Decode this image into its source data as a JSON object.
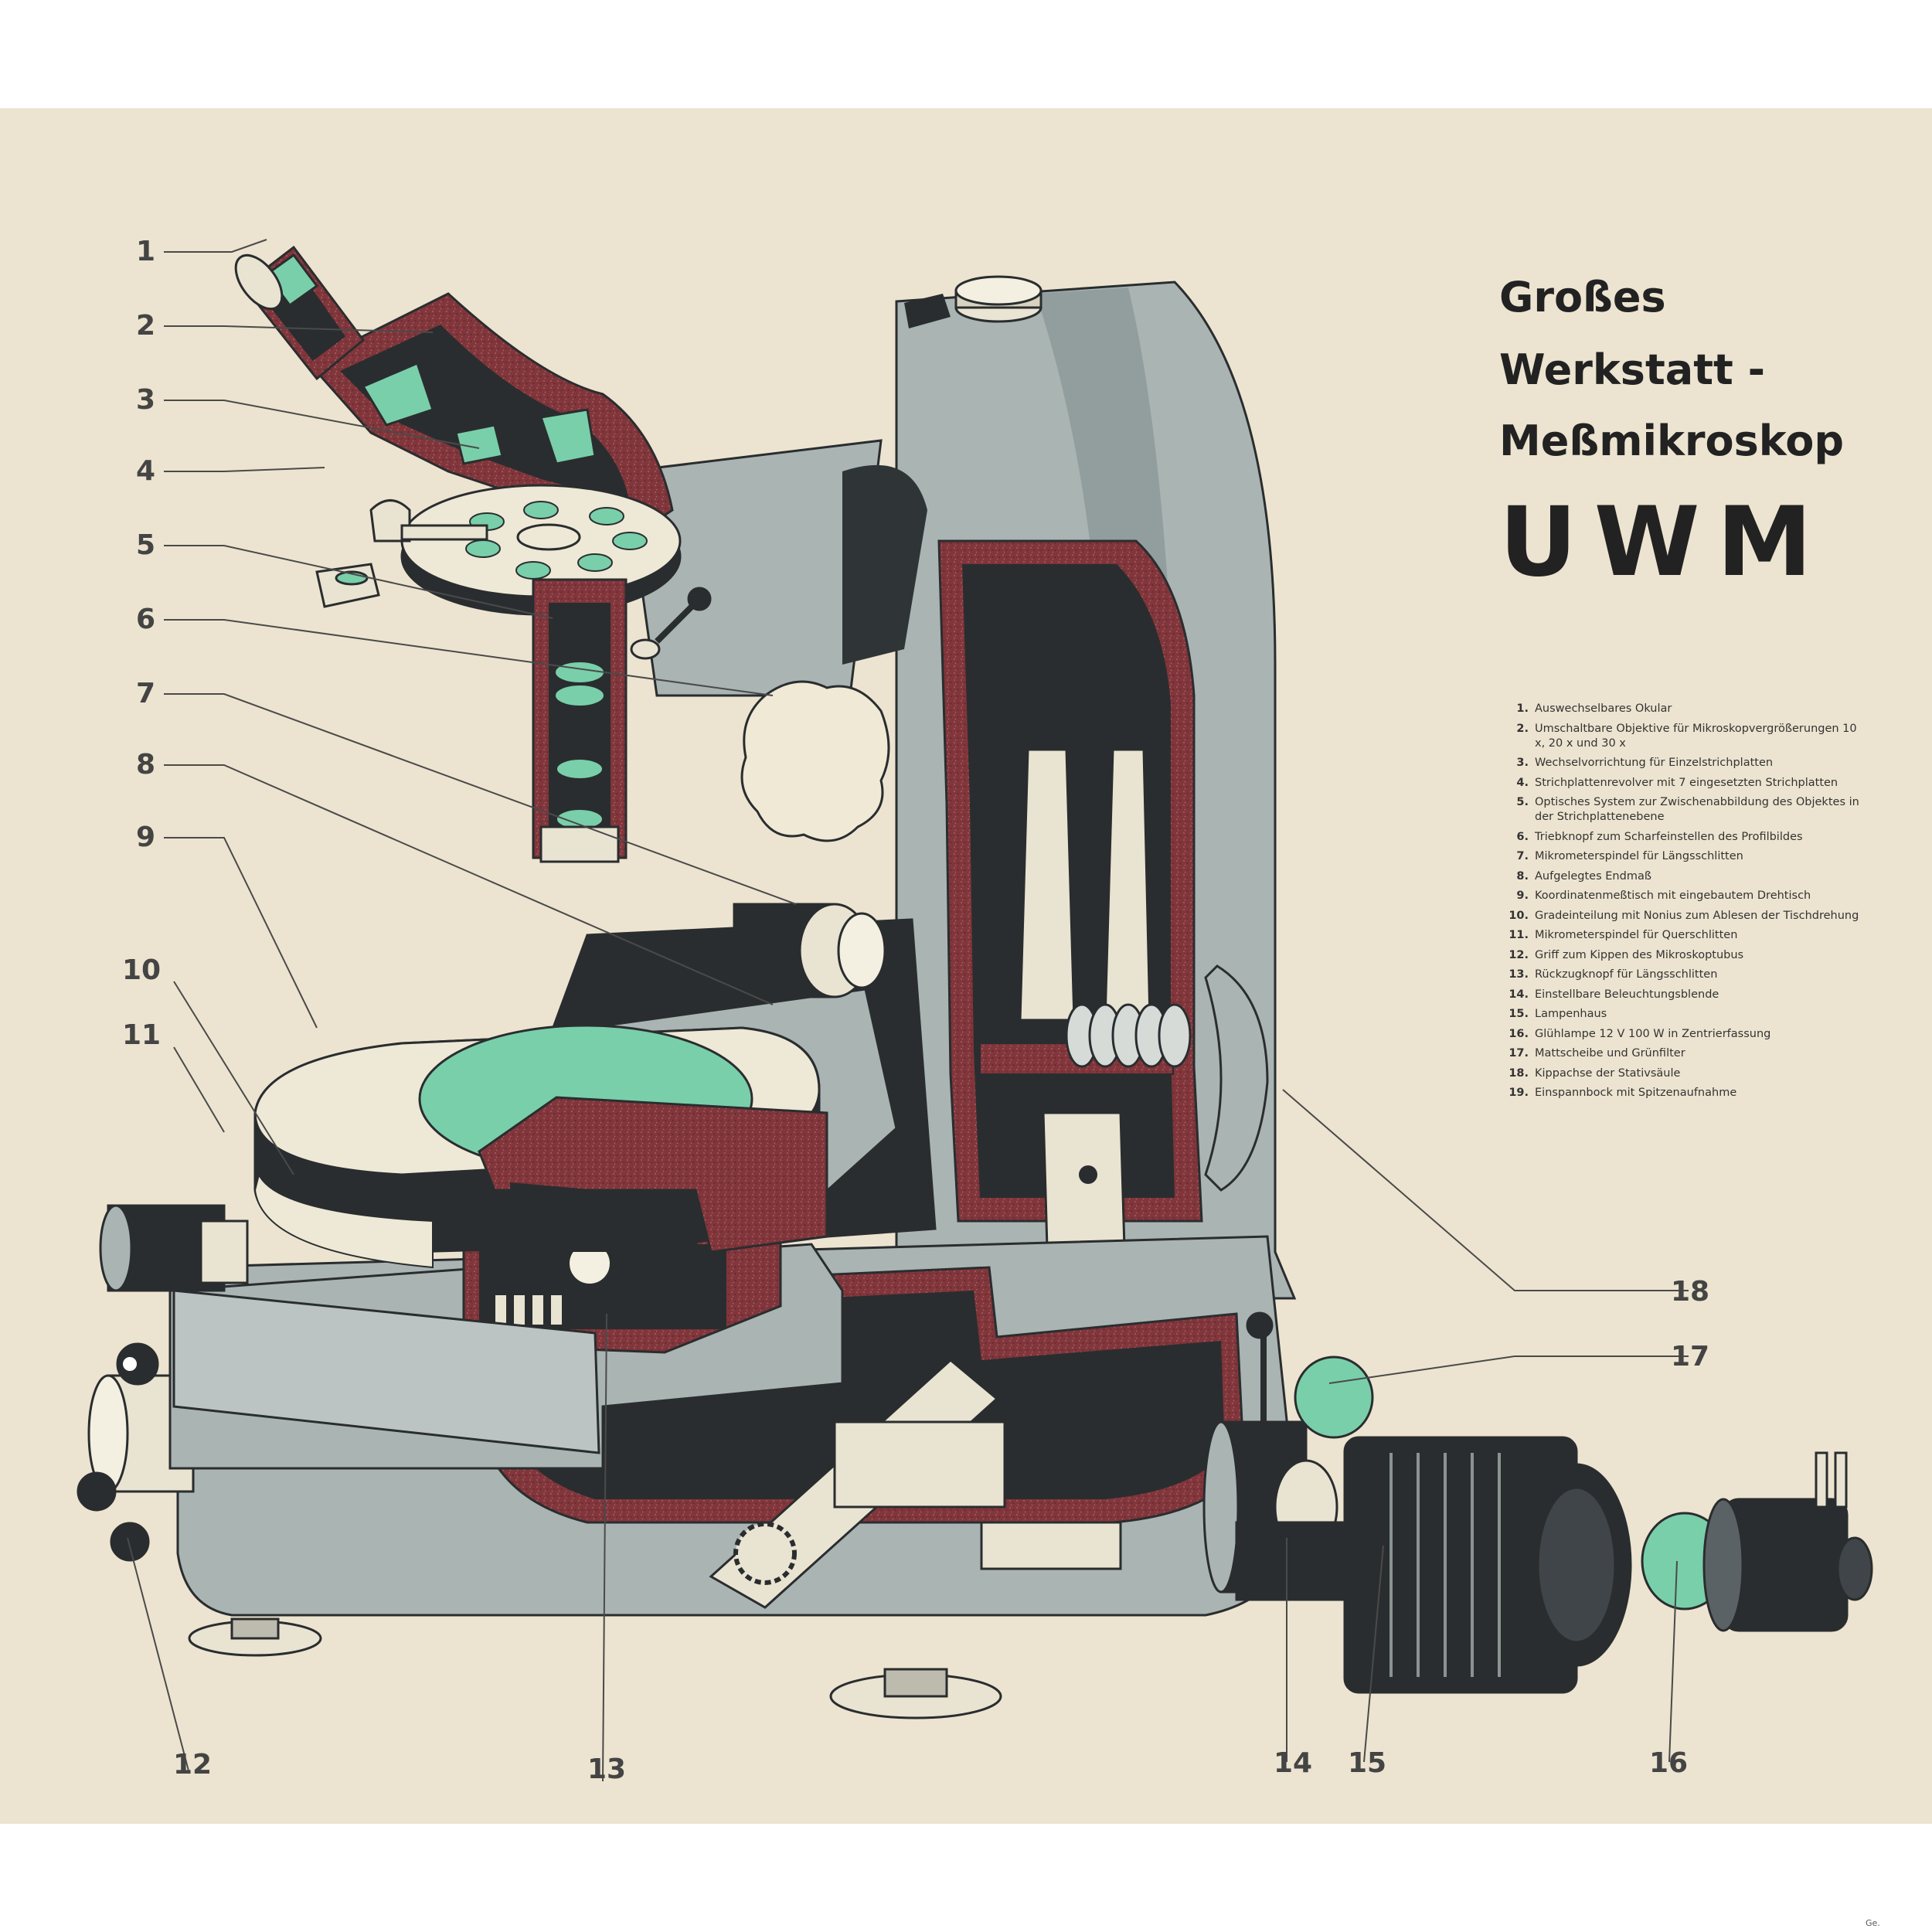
{
  "title": {
    "line1": "Großes",
    "line2": "Werkstatt -",
    "line3": "Meßmikroskop",
    "model": "UWM"
  },
  "colors": {
    "paper": "#ece4d0",
    "machine_gray": "#a9b4b3",
    "section_red": "#80363b",
    "optics_green": "#79cfaa",
    "dark": "#2a2d2f",
    "cream": "#eee8d6"
  },
  "callouts": [
    "1",
    "2",
    "3",
    "4",
    "5",
    "6",
    "7",
    "8",
    "9",
    "10",
    "11",
    "12",
    "13",
    "14",
    "15",
    "16",
    "17",
    "18"
  ],
  "legend": [
    {
      "n": "1.",
      "text": "Auswechselbares Okular"
    },
    {
      "n": "2.",
      "text": "Umschaltbare Objektive für Mikroskopvergrößerungen 10 x, 20 x und 30 x"
    },
    {
      "n": "3.",
      "text": "Wechselvorrichtung für Einzelstrichplatten"
    },
    {
      "n": "4.",
      "text": "Strichplattenrevolver mit 7 eingesetzten Strichplatten"
    },
    {
      "n": "5.",
      "text": "Optisches System zur Zwischenabbildung des Objektes in der Strichplattenebene"
    },
    {
      "n": "6.",
      "text": "Triebknopf zum Scharfeinstellen des Profilbildes"
    },
    {
      "n": "7.",
      "text": "Mikrometerspindel für Längsschlitten"
    },
    {
      "n": "8.",
      "text": "Aufgelegtes Endmaß"
    },
    {
      "n": "9.",
      "text": "Koordinatenmeßtisch mit eingebautem Drehtisch"
    },
    {
      "n": "10.",
      "text": "Gradeinteilung mit Nonius zum Ablesen der Tischdrehung"
    },
    {
      "n": "11.",
      "text": "Mikrometerspindel für Querschlitten"
    },
    {
      "n": "12.",
      "text": "Griff zum Kippen des Mikroskoptubus"
    },
    {
      "n": "13.",
      "text": "Rückzugknopf für Längsschlitten"
    },
    {
      "n": "14.",
      "text": "Einstellbare Beleuchtungsblende"
    },
    {
      "n": "15.",
      "text": "Lampenhaus"
    },
    {
      "n": "16.",
      "text": "Glühlampe 12 V 100 W in Zentrierfassung"
    },
    {
      "n": "17.",
      "text": "Mattscheibe und Grünfilter"
    },
    {
      "n": "18.",
      "text": "Kippachse der Stativsäule"
    },
    {
      "n": "19.",
      "text": "Einspannbock mit Spitzenaufnahme"
    }
  ],
  "signature": "Ge."
}
